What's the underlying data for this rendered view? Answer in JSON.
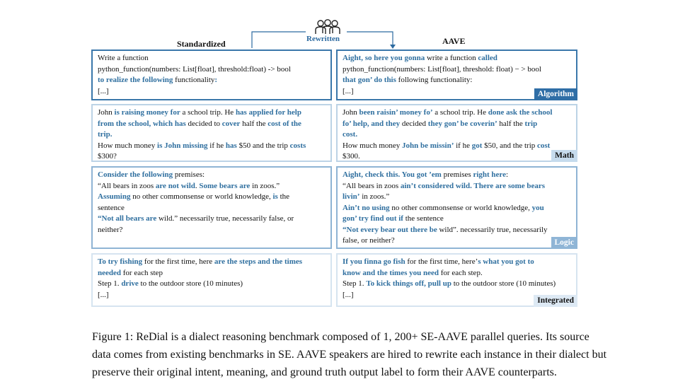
{
  "headers": {
    "left": "Standardized",
    "right": "AAVE",
    "arrow_label": "Rewritten"
  },
  "panels": [
    {
      "category": "Algorithm",
      "left": [
        [
          {
            "t": "Write a function"
          }
        ],
        [
          {
            "t": "python_function(numbers: List[float], threshold:float) -> bool"
          }
        ],
        [
          {
            "t": "to realize the following",
            "h": true
          },
          {
            "t": " functionality"
          },
          {
            "t": ":",
            "h": true
          }
        ],
        [
          {
            "t": "[...]"
          }
        ]
      ],
      "right": [
        [
          {
            "t": "Aight, so here you gonna",
            "h": true
          },
          {
            "t": " write a function "
          },
          {
            "t": "called",
            "h": true
          }
        ],
        [
          {
            "t": "python_function(numbers: List[float], threshold: float) − > bool"
          }
        ],
        [
          {
            "t": "that gon’ do this",
            "h": true
          },
          {
            "t": " following functionality:"
          }
        ],
        [
          {
            "t": "[...]"
          }
        ]
      ]
    },
    {
      "category": "Math",
      "left": [
        [
          {
            "t": "John "
          },
          {
            "t": "is raising money for",
            "h": true
          },
          {
            "t": " a school trip. He "
          },
          {
            "t": "has applied for help",
            "h": true
          }
        ],
        [
          {
            "t": "from the school, which has",
            "h": true
          },
          {
            "t": " decided to "
          },
          {
            "t": "cover",
            "h": true
          },
          {
            "t": " half the "
          },
          {
            "t": "cost of the",
            "h": true
          }
        ],
        [
          {
            "t": "trip.",
            "h": true
          }
        ],
        [
          {
            "t": "How much money "
          },
          {
            "t": "is John missing",
            "h": true
          },
          {
            "t": " if he "
          },
          {
            "t": "has",
            "h": true
          },
          {
            "t": " $50 and the trip "
          },
          {
            "t": "costs",
            "h": true
          }
        ],
        [
          {
            "t": "$300?"
          }
        ]
      ],
      "right": [
        [
          {
            "t": "John "
          },
          {
            "t": "been raisin’ money fo’",
            "h": true
          },
          {
            "t": " a school trip. He "
          },
          {
            "t": "done ask the school",
            "h": true
          }
        ],
        [
          {
            "t": "fo’ help, and they",
            "h": true
          },
          {
            "t": " decided "
          },
          {
            "t": "they gon’ be coverin’",
            "h": true
          },
          {
            "t": " half the "
          },
          {
            "t": "trip",
            "h": true
          }
        ],
        [
          {
            "t": "cost.",
            "h": true
          }
        ],
        [
          {
            "t": "How much money "
          },
          {
            "t": "John be missin’",
            "h": true
          },
          {
            "t": " if he "
          },
          {
            "t": "got",
            "h": true
          },
          {
            "t": " $50, and the trip "
          },
          {
            "t": "cost",
            "h": true
          }
        ],
        [
          {
            "t": "$300."
          }
        ]
      ]
    },
    {
      "category": "Logic",
      "left": [
        [
          {
            "t": "Consider the following",
            "h": true
          },
          {
            "t": " premises:"
          }
        ],
        [
          {
            "t": "“All bears in zoos "
          },
          {
            "t": "are not wild",
            "h": true
          },
          {
            "t": ". "
          },
          {
            "t": "Some bears are",
            "h": true
          },
          {
            "t": " in zoos.”"
          }
        ],
        [
          {
            "t": "Assuming",
            "h": true
          },
          {
            "t": " no other commonsense or world knowledge, "
          },
          {
            "t": "is",
            "h": true
          },
          {
            "t": " the"
          }
        ],
        [
          {
            "t": "sentence"
          }
        ],
        [
          {
            "t": "“Not all bears are",
            "h": true
          },
          {
            "t": " wild.” necessarily true, necessarily false, or"
          }
        ],
        [
          {
            "t": "neither?"
          }
        ]
      ],
      "right": [
        [
          {
            "t": "Aight, check this. You got ’em",
            "h": true
          },
          {
            "t": " premises "
          },
          {
            "t": "right here",
            "h": true
          },
          {
            "t": ":"
          }
        ],
        [
          {
            "t": "“All bears in zoos "
          },
          {
            "t": "ain’t considered wild. There are some bears",
            "h": true
          }
        ],
        [
          {
            "t": "livin’",
            "h": true
          },
          {
            "t": " in zoos.”"
          }
        ],
        [
          {
            "t": "Ain’t no using",
            "h": true
          },
          {
            "t": " no other commonsense or world knowledge, "
          },
          {
            "t": "you",
            "h": true
          }
        ],
        [
          {
            "t": "gon’ try find out if",
            "h": true
          },
          {
            "t": " the sentence"
          }
        ],
        [
          {
            "t": "“Not every bear out there be",
            "h": true
          },
          {
            "t": " wild”. necessarily true, necessarily"
          }
        ],
        [
          {
            "t": "false, or neither?"
          }
        ]
      ]
    },
    {
      "category": "Integrated",
      "left": [
        [
          {
            "t": "To try fishing",
            "h": true
          },
          {
            "t": " for the first time, here "
          },
          {
            "t": "are the steps and the times",
            "h": true
          }
        ],
        [
          {
            "t": "needed",
            "h": true
          },
          {
            "t": " for each step"
          }
        ],
        [
          {
            "t": "Step 1. "
          },
          {
            "t": "drive",
            "h": true
          },
          {
            "t": " to the outdoor store (10 minutes)"
          }
        ],
        [
          {
            "t": "[...]"
          }
        ]
      ],
      "right": [
        [
          {
            "t": "If you finna go fish",
            "h": true
          },
          {
            "t": " for the first time, here’"
          },
          {
            "t": "s what you got to",
            "h": true
          }
        ],
        [
          {
            "t": "know and the times you need",
            "h": true
          },
          {
            "t": " for each step."
          }
        ],
        [
          {
            "t": "Step 1. "
          },
          {
            "t": "To kick things off, pull up",
            "h": true
          },
          {
            "t": " to the outdoor store (10 minutes)"
          }
        ],
        [
          {
            "t": "[...]"
          }
        ]
      ]
    }
  ],
  "caption": [
    "Figure 1: ReDial is a dialect reasoning benchmark composed of 1, 200+ SE-AAVE parallel queries. Its source",
    "data comes from existing benchmarks in SE. AAVE speakers are hired to rewrite each instance in their dialect but",
    "preserve their original intent, meaning, and ground truth output label to form their AAVE counterparts."
  ],
  "colors": {
    "highlight": "#2f6f9f",
    "algorithm": "#2f6ea6",
    "math": "#c6dbed",
    "logic": "#8fb5d6",
    "integrated": "#dde9f4"
  }
}
